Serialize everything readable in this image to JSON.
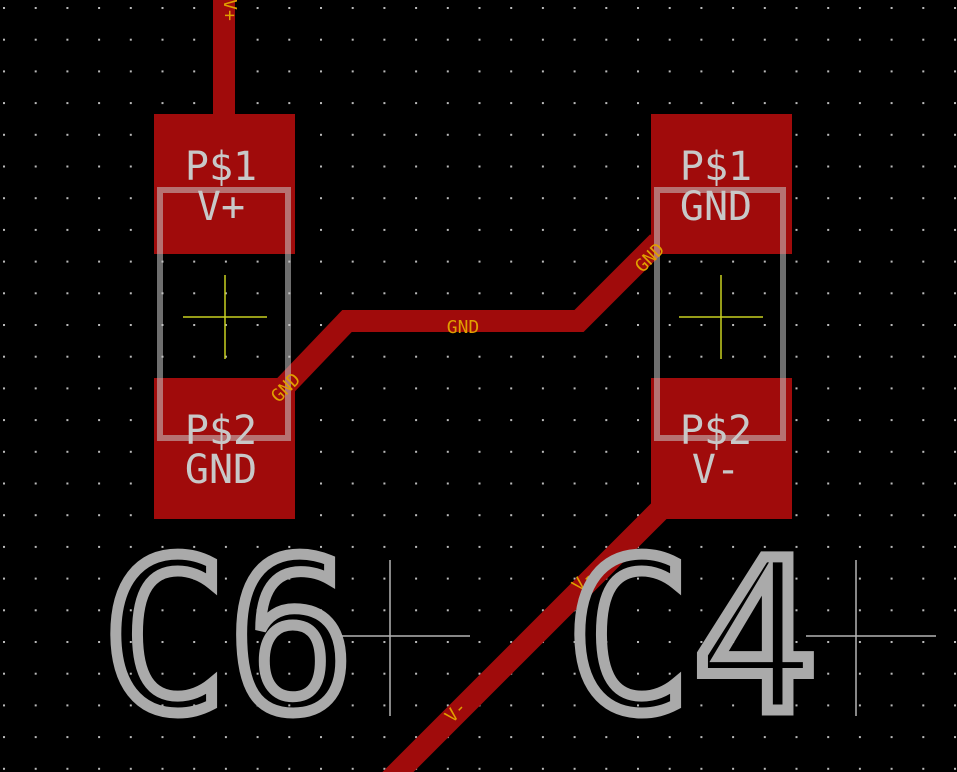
{
  "colors": {
    "background": "#000000",
    "copper": "#a00b0b",
    "silk": "#b4b4b4",
    "signal": "#e0a000",
    "origin": "#c8d020",
    "grid": "#bbbbbb"
  },
  "components": [
    {
      "name": "C6",
      "pads": [
        {
          "pad": "P$1",
          "net": "V+"
        },
        {
          "pad": "P$2",
          "net": "GND"
        }
      ]
    },
    {
      "name": "C4",
      "pads": [
        {
          "pad": "P$1",
          "net": "GND"
        },
        {
          "pad": "P$2",
          "net": "V-"
        }
      ]
    }
  ],
  "traces": [
    {
      "net": "V+",
      "labels": [
        "V+"
      ]
    },
    {
      "net": "GND",
      "labels": [
        "GND",
        "GND",
        "GND"
      ]
    },
    {
      "net": "V-",
      "labels": [
        "V-",
        "V-"
      ]
    }
  ]
}
